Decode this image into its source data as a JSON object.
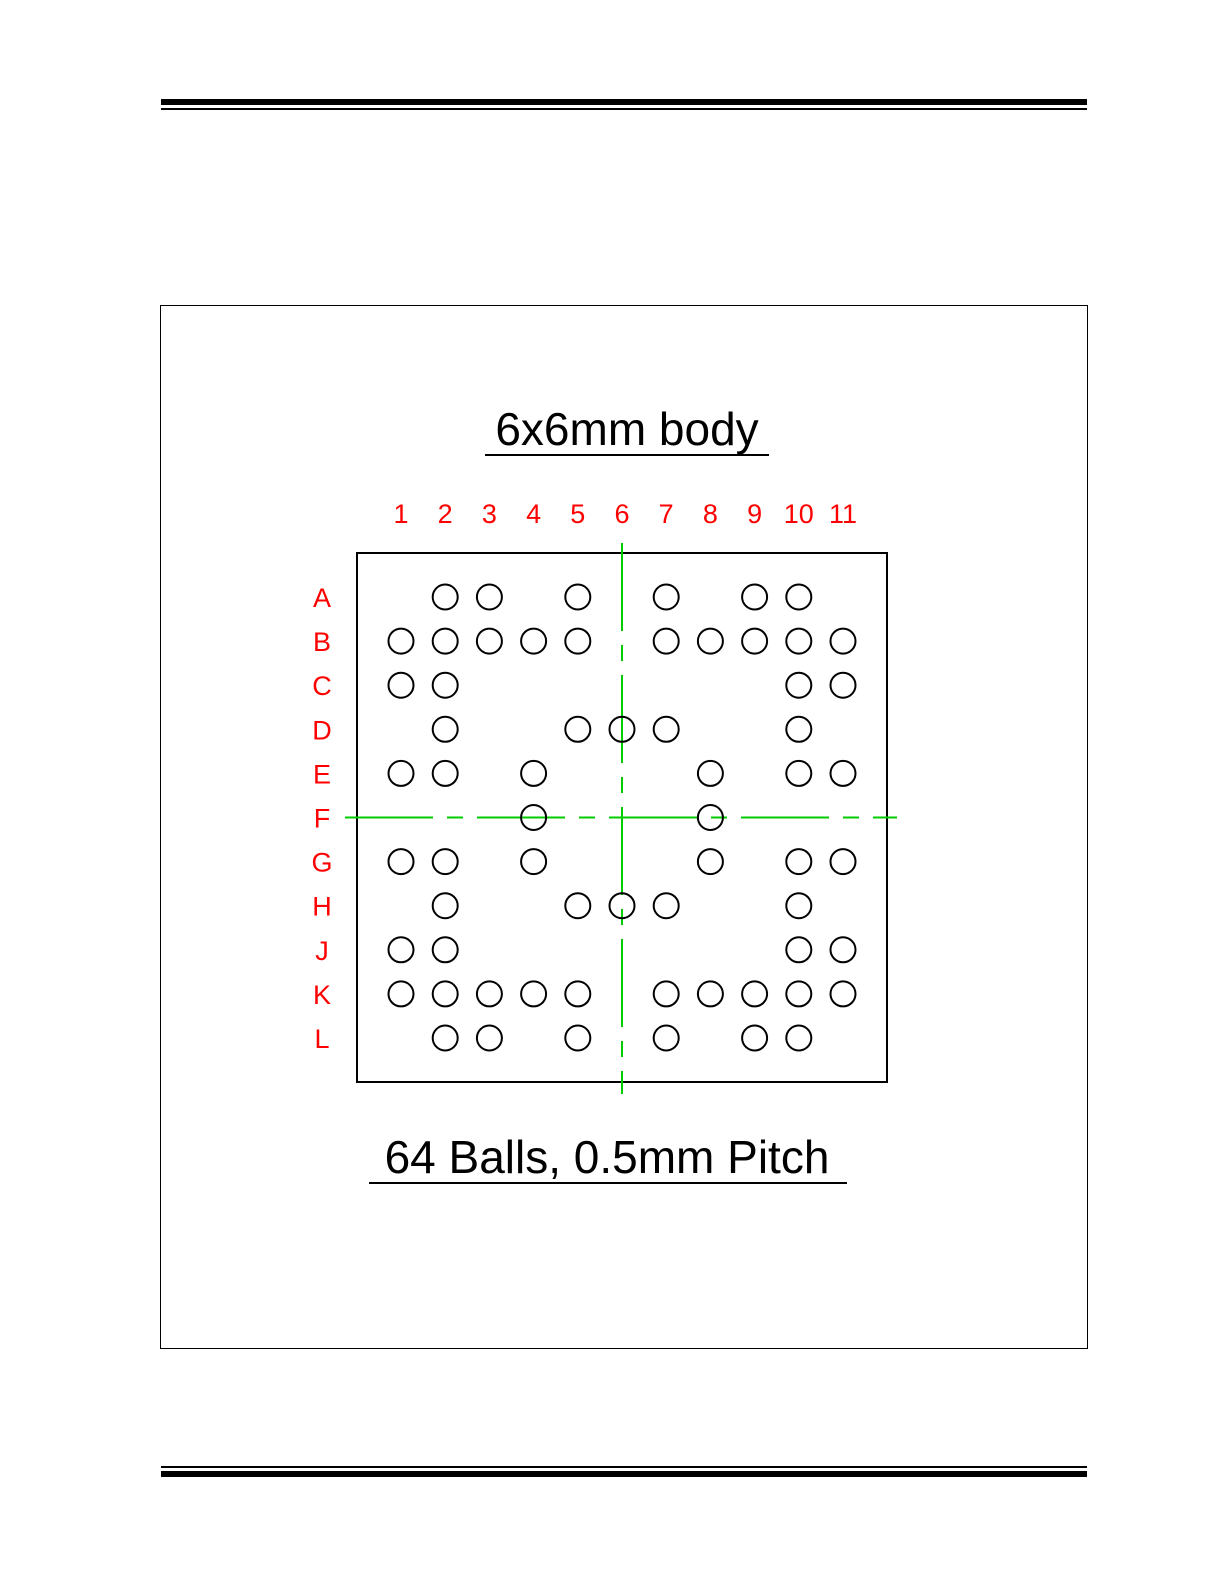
{
  "title": "6x6mm body",
  "caption": "64 Balls, 0.5mm Pitch",
  "colors": {
    "labels": "#ff0000",
    "centerline": "#00cc00",
    "outline": "#000000"
  },
  "columns": [
    "1",
    "2",
    "3",
    "4",
    "5",
    "6",
    "7",
    "8",
    "9",
    "10",
    "11"
  ],
  "rows": [
    {
      "label": "A",
      "balls": [
        0,
        1,
        1,
        0,
        1,
        0,
        1,
        0,
        1,
        1,
        0
      ]
    },
    {
      "label": "B",
      "balls": [
        1,
        1,
        1,
        1,
        1,
        0,
        1,
        1,
        1,
        1,
        1
      ]
    },
    {
      "label": "C",
      "balls": [
        1,
        1,
        0,
        0,
        0,
        0,
        0,
        0,
        0,
        1,
        1
      ]
    },
    {
      "label": "D",
      "balls": [
        0,
        1,
        0,
        0,
        1,
        1,
        1,
        0,
        0,
        1,
        0
      ]
    },
    {
      "label": "E",
      "balls": [
        1,
        1,
        0,
        1,
        0,
        0,
        0,
        1,
        0,
        1,
        1
      ]
    },
    {
      "label": "F",
      "balls": [
        0,
        0,
        0,
        1,
        0,
        0,
        0,
        1,
        0,
        0,
        0
      ]
    },
    {
      "label": "G",
      "balls": [
        1,
        1,
        0,
        1,
        0,
        0,
        0,
        1,
        0,
        1,
        1
      ]
    },
    {
      "label": "H",
      "balls": [
        0,
        1,
        0,
        0,
        1,
        1,
        1,
        0,
        0,
        1,
        0
      ]
    },
    {
      "label": "J",
      "balls": [
        1,
        1,
        0,
        0,
        0,
        0,
        0,
        0,
        0,
        1,
        1
      ]
    },
    {
      "label": "K",
      "balls": [
        1,
        1,
        1,
        1,
        1,
        0,
        1,
        1,
        1,
        1,
        1
      ]
    },
    {
      "label": "L",
      "balls": [
        0,
        1,
        1,
        0,
        1,
        0,
        1,
        0,
        1,
        1,
        0
      ]
    }
  ]
}
